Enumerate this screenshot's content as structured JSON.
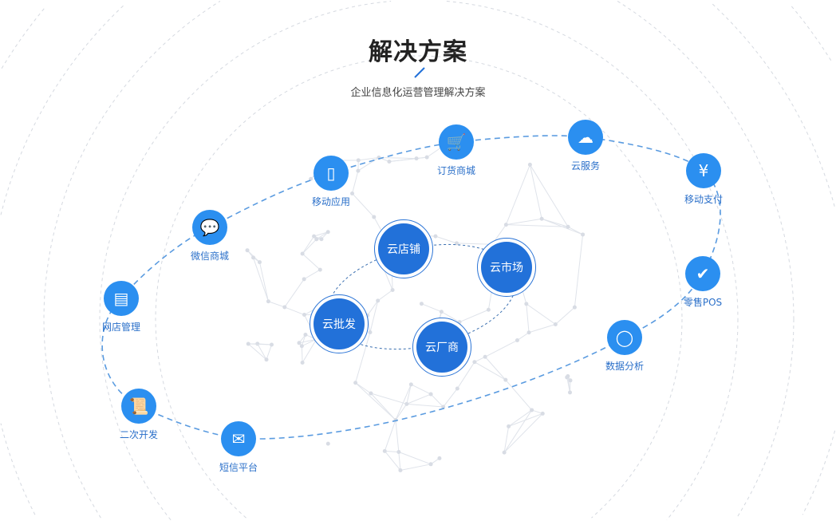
{
  "header": {
    "title": "解决方案",
    "subtitle": "企业信息化运营管理解决方案"
  },
  "colors": {
    "accent": "#2b8ff0",
    "label": "#2a6fc9",
    "core": "#2271d9"
  },
  "outer_nodes": [
    {
      "label": "订货商城",
      "icon": "shopping-cart-icon"
    },
    {
      "label": "云服务",
      "icon": "cloud-icon"
    },
    {
      "label": "移动支付",
      "icon": "yen-shield-icon"
    },
    {
      "label": "零售POS",
      "icon": "laptop-check-icon"
    },
    {
      "label": "数据分析",
      "icon": "analytics-cycle-icon"
    },
    {
      "label": "短信平台",
      "icon": "envelope-icon"
    },
    {
      "label": "二次开发",
      "icon": "scroll-icon"
    },
    {
      "label": "网店管理",
      "icon": "storefront-icon"
    },
    {
      "label": "微信商城",
      "icon": "wechat-icon"
    },
    {
      "label": "移动应用",
      "icon": "mobile-phone-icon"
    }
  ],
  "core_nodes": [
    {
      "label": "云店铺"
    },
    {
      "label": "云市场"
    },
    {
      "label": "云批发"
    },
    {
      "label": "云厂商"
    }
  ]
}
